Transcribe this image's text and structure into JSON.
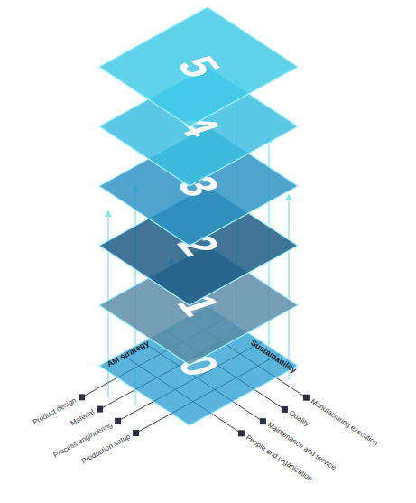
{
  "diagram": {
    "nodes": [
      {
        "text": [
          "5"
        ]
      },
      {
        "text": [
          "4"
        ]
      },
      {
        "text": [
          "3"
        ]
      },
      {
        "text": [
          "2"
        ]
      },
      {
        "text": [
          "1"
        ]
      },
      {
        "text": [
          "0"
        ]
      }
    ],
    "labels": [
      "AM strategy",
      "Sustainability",
      "Product design",
      "Material",
      "Process engineering",
      "Production setup",
      "People and organization",
      "Maintenance and service",
      "Quality",
      "Manufacturing execution"
    ]
  }
}
